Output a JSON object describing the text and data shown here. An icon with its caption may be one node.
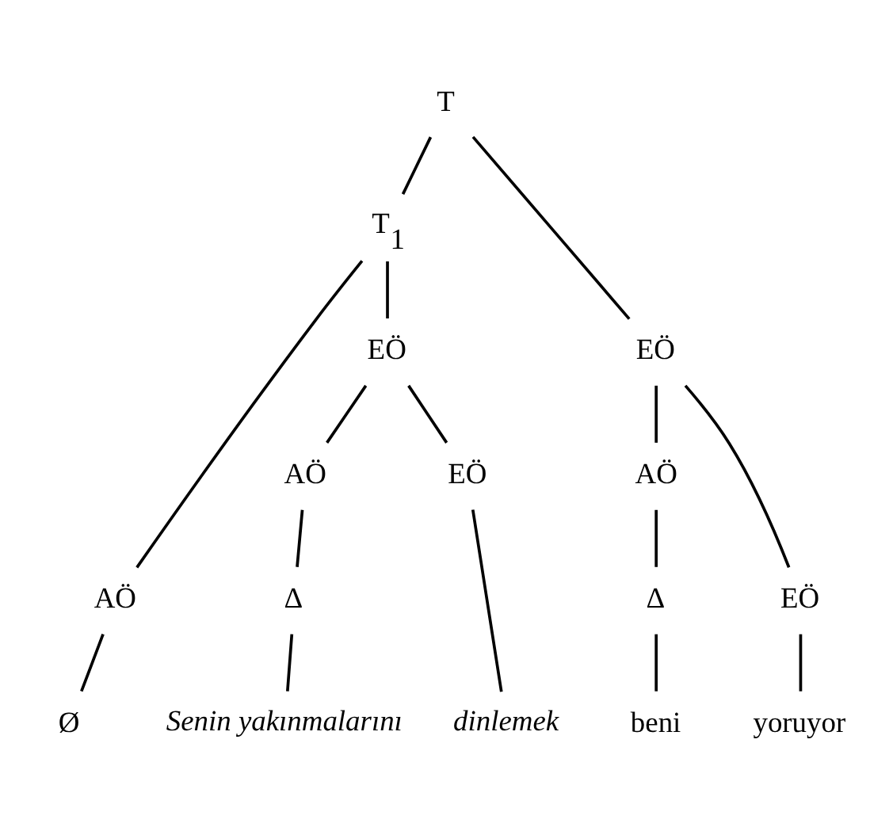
{
  "diagram": {
    "nodes": [
      {
        "text": [
          "T"
        ]
      },
      {
        "text": [
          "T$_{1}$"
        ]
      },
      {
        "text": [
          "EÖ"
        ]
      },
      {
        "text": [
          "AÖ"
        ]
      },
      {
        "text": [
          "EÖ"
        ]
      },
      {
        "text": [
          "AÖ"
        ]
      },
      {
        "text": [
          "EÖ"
        ]
      },
      {
        "text": [
          "AÖ"
        ]
      },
      {
        "text": [
          "EÖ"
        ]
      },
      {
        "text": [
          "Δ"
        ]
      },
      {
        "text": [
          "Δ"
        ]
      },
      {
        "text": [
          "Ø"
        ]
      },
      {
        "text": [
          "Senin yakınmalarını"
        ]
      },
      {
        "text": [
          "dinlemek"
        ]
      },
      {
        "text": [
          "beni"
        ]
      },
      {
        "text": [
          "yoruyor"
        ]
      }
    ],
    "edges": [
      {
        "from": 0,
        "to": 1,
        "arrow": "none"
      },
      {
        "from": 0,
        "to": 2,
        "arrow": "none"
      },
      {
        "from": 1,
        "to": 3,
        "arrow": "none"
      },
      {
        "from": 1,
        "to": 4,
        "arrow": "none"
      },
      {
        "from": 2,
        "to": 5,
        "arrow": "none"
      },
      {
        "from": 2,
        "to": 6,
        "arrow": "none"
      },
      {
        "from": 4,
        "to": 7,
        "arrow": "none"
      },
      {
        "from": 4,
        "to": 8,
        "arrow": "none"
      },
      {
        "from": 3,
        "to": 11,
        "arrow": "none"
      },
      {
        "from": 7,
        "to": 10,
        "arrow": "none"
      },
      {
        "from": 10,
        "to": 12,
        "arrow": "none"
      },
      {
        "from": 8,
        "to": 13,
        "arrow": "none"
      },
      {
        "from": 5,
        "to": 9,
        "arrow": "none"
      },
      {
        "from": 9,
        "to": 14,
        "arrow": "none"
      },
      {
        "from": 6,
        "to": 15,
        "arrow": "none"
      }
    ]
  }
}
